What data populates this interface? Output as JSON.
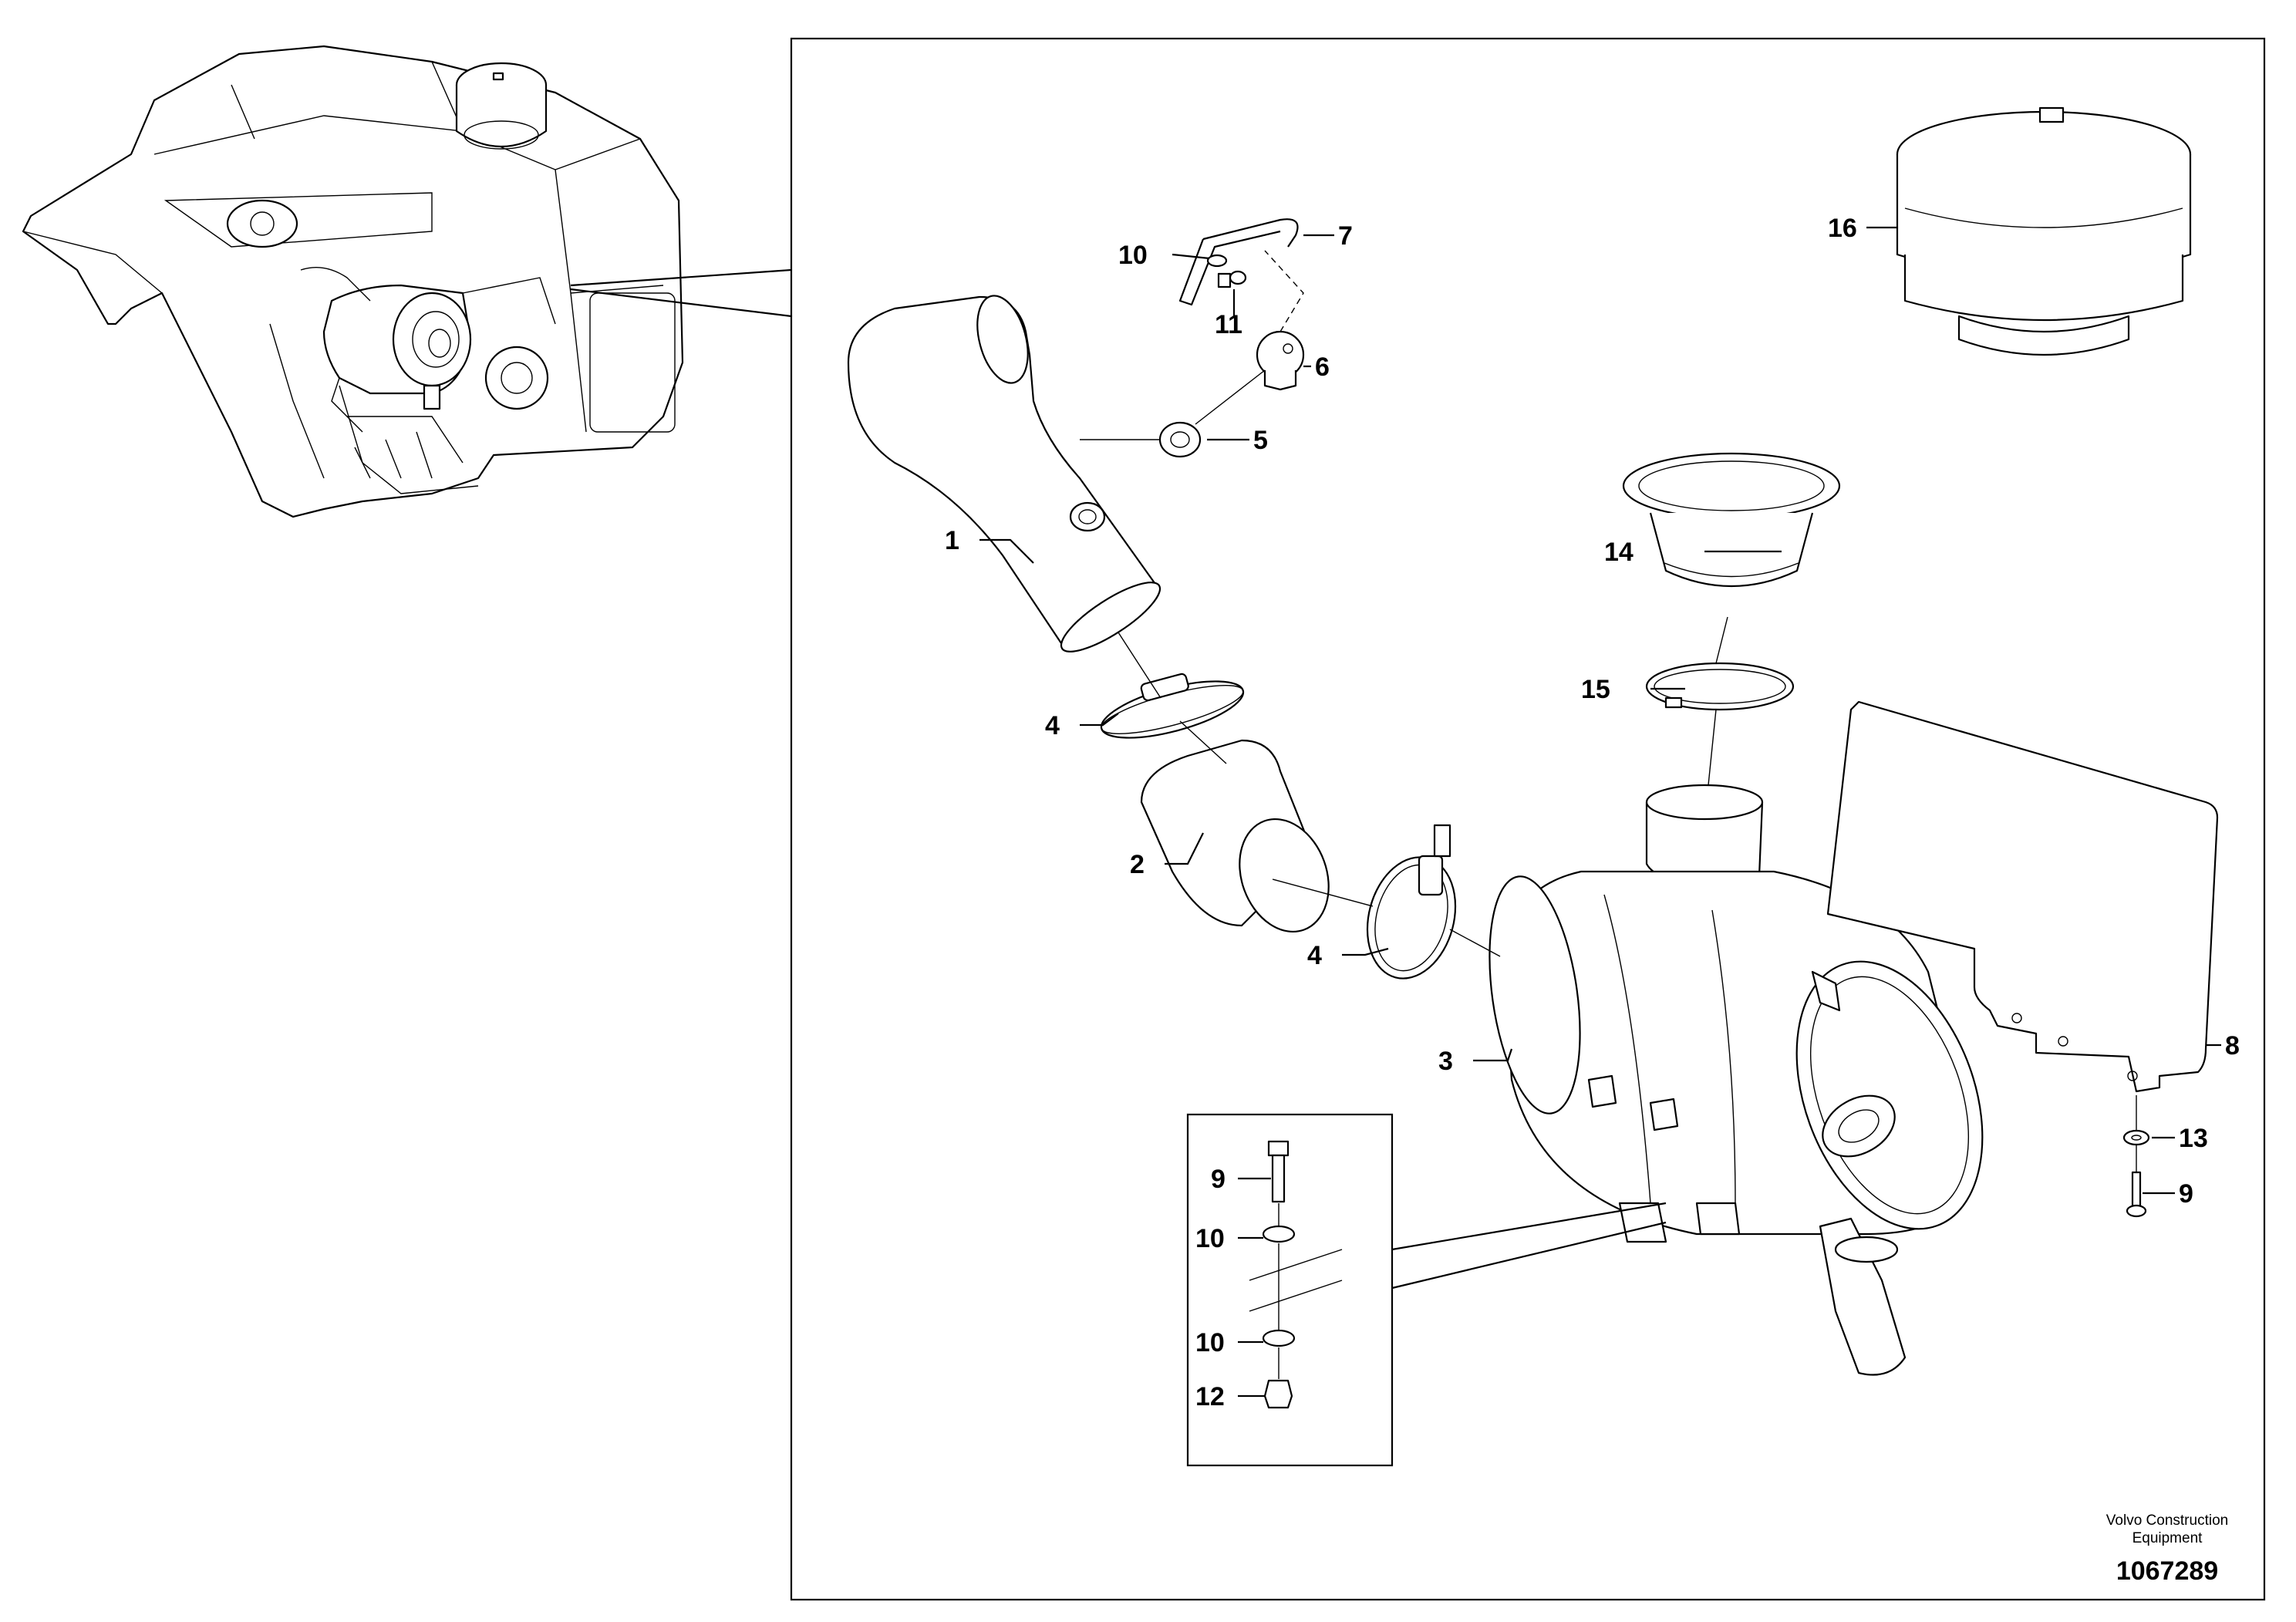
{
  "callouts": [
    {
      "id": "1",
      "label": "1"
    },
    {
      "id": "2",
      "label": "2"
    },
    {
      "id": "3",
      "label": "3"
    },
    {
      "id": "4a",
      "label": "4"
    },
    {
      "id": "4b",
      "label": "4"
    },
    {
      "id": "5",
      "label": "5"
    },
    {
      "id": "6",
      "label": "6"
    },
    {
      "id": "7",
      "label": "7"
    },
    {
      "id": "8",
      "label": "8"
    },
    {
      "id": "9a",
      "label": "9"
    },
    {
      "id": "9b",
      "label": "9"
    },
    {
      "id": "10a",
      "label": "10"
    },
    {
      "id": "10b",
      "label": "10"
    },
    {
      "id": "10c",
      "label": "10"
    },
    {
      "id": "11",
      "label": "11"
    },
    {
      "id": "12",
      "label": "12"
    },
    {
      "id": "13",
      "label": "13"
    },
    {
      "id": "14",
      "label": "14"
    },
    {
      "id": "15",
      "label": "15"
    },
    {
      "id": "16",
      "label": "16"
    }
  ],
  "footer": {
    "brand_line1": "Volvo Construction",
    "brand_line2": "Equipment",
    "doc_number": "1067289"
  }
}
